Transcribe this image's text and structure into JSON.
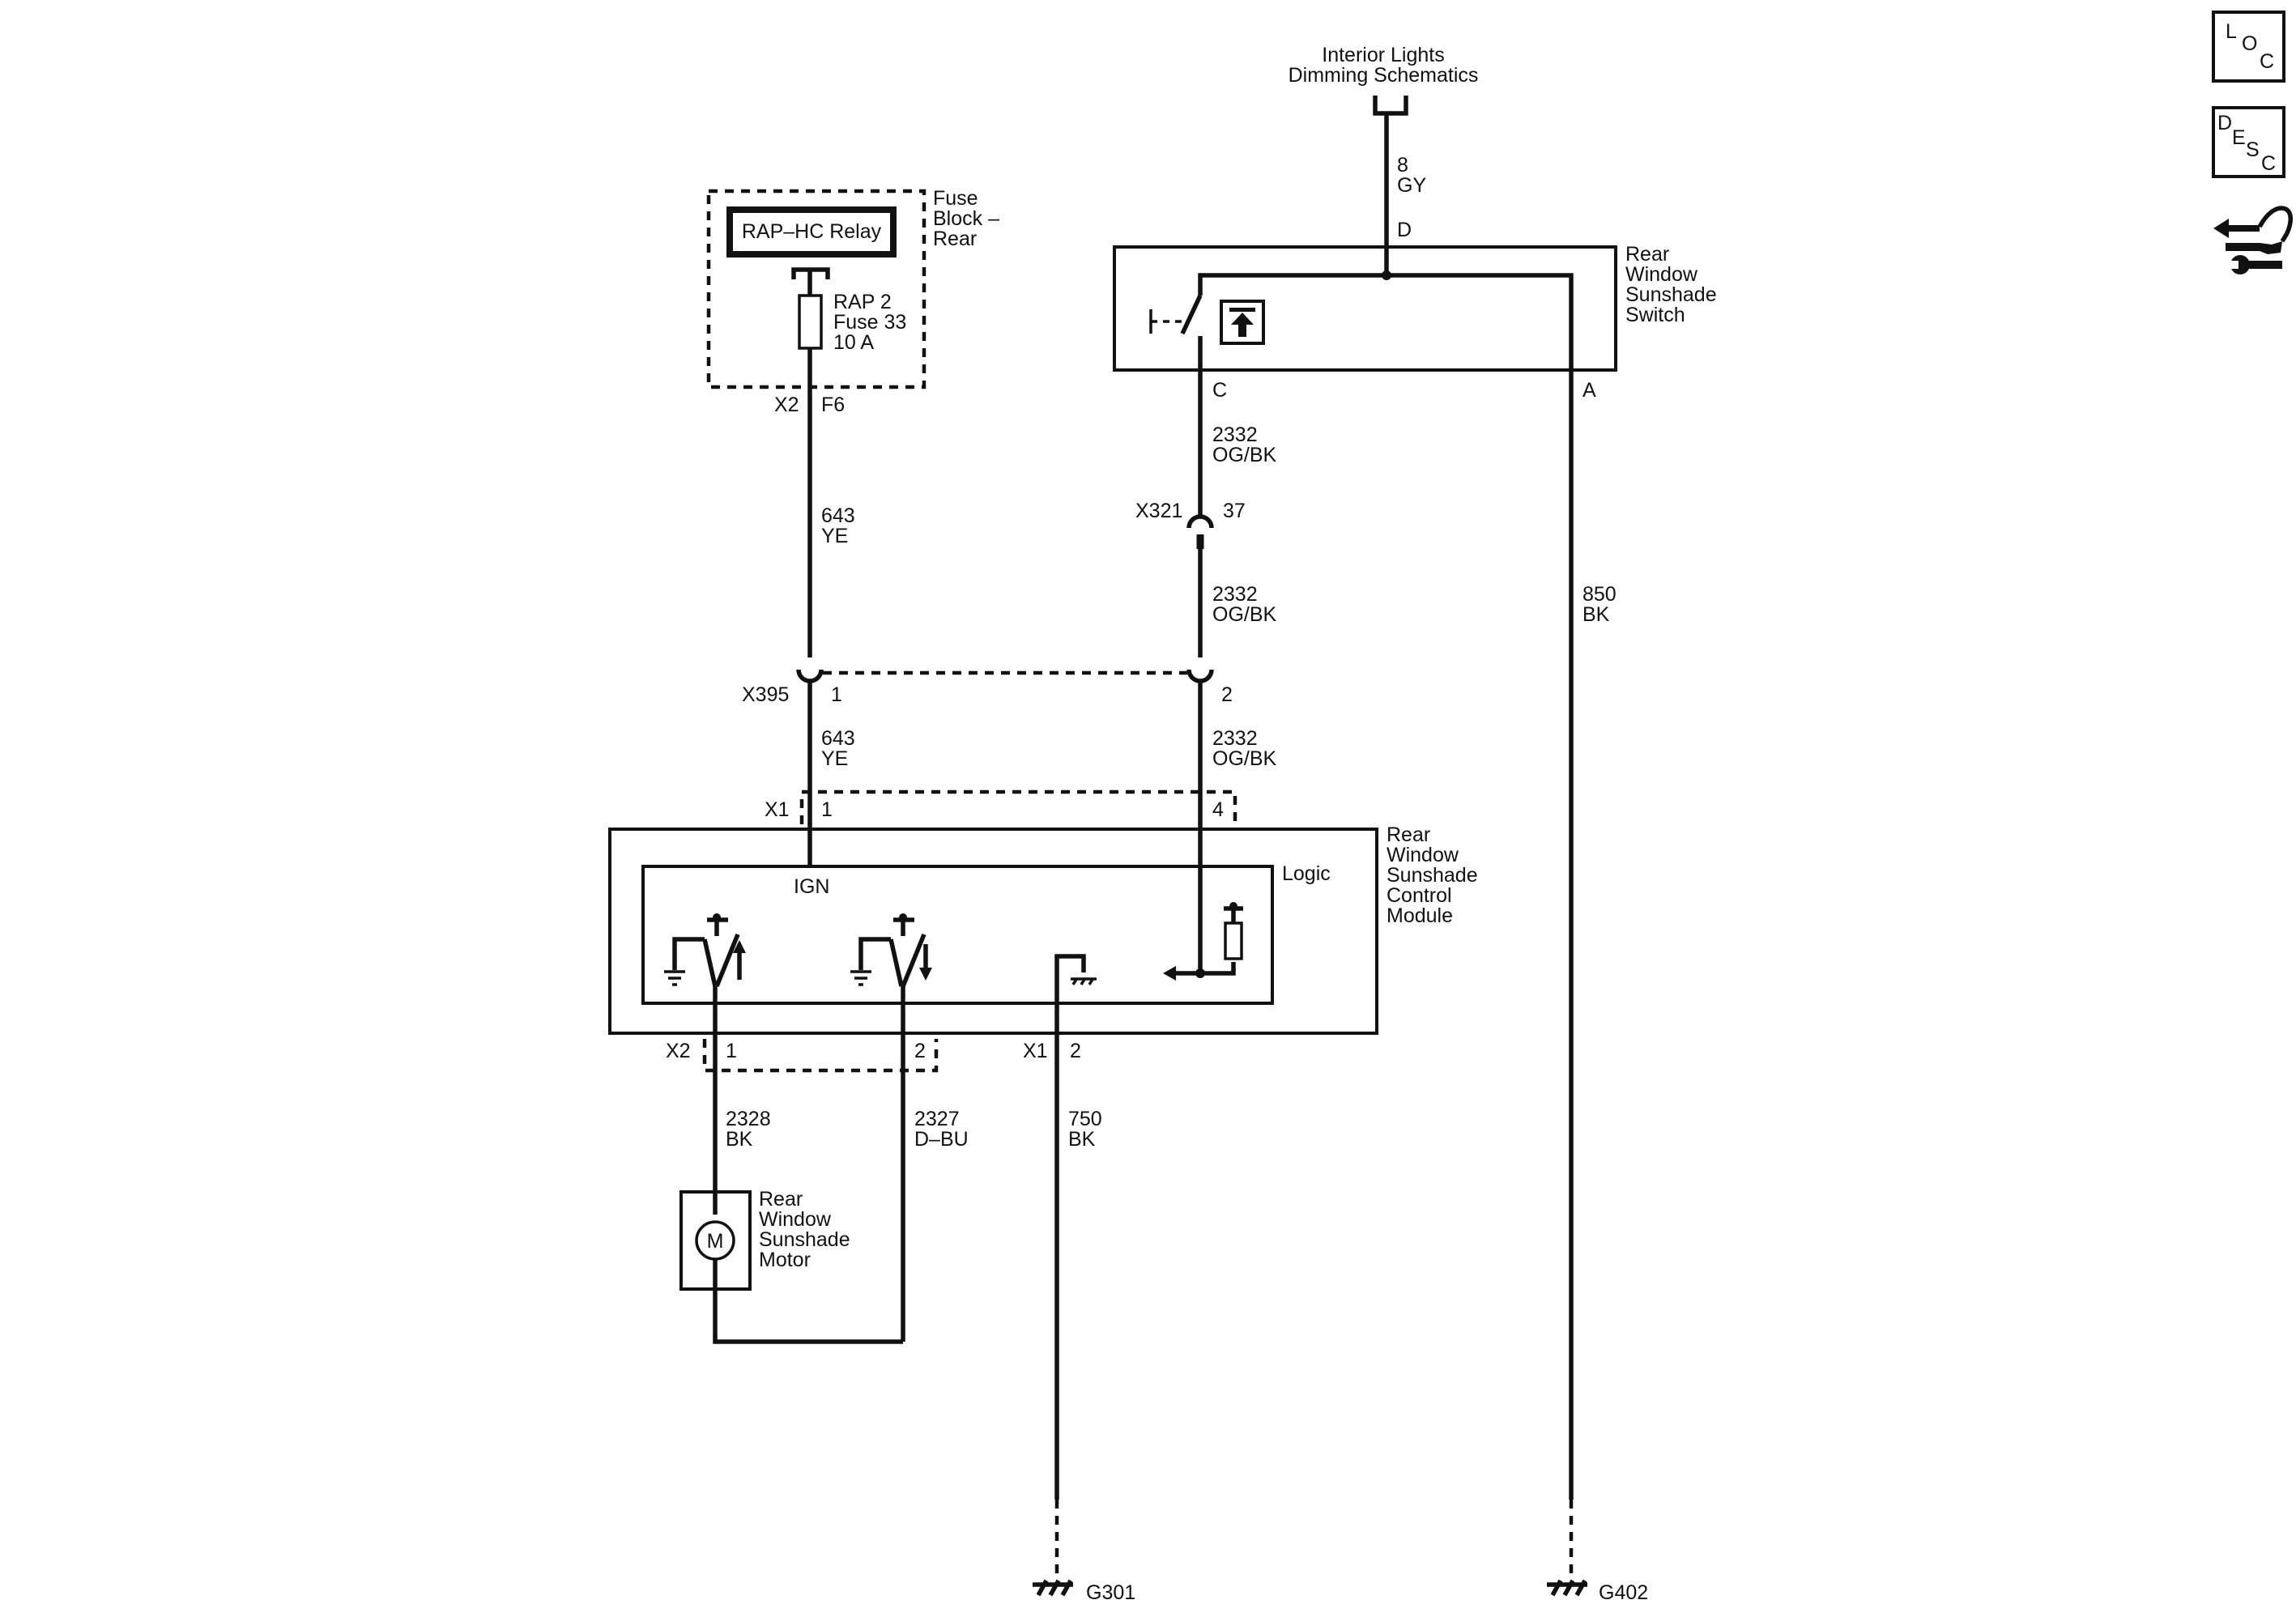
{
  "diagram": {
    "interior_lights": [
      "Interior Lights",
      "Dimming Schematics"
    ],
    "fuse_block": {
      "title": [
        "Fuse",
        "Block –",
        "Rear"
      ],
      "relay": "RAP–HC Relay",
      "fuse": [
        "RAP 2",
        "Fuse 33",
        "10 A"
      ],
      "connector": "X2",
      "pin": "F6"
    },
    "switch": {
      "title": [
        "Rear",
        "Window",
        "Sunshade",
        "Switch"
      ],
      "pin_d": "D",
      "pin_c": "C",
      "pin_a": "A"
    },
    "wires": {
      "w8": [
        "8",
        "GY"
      ],
      "w643a": [
        "643",
        "YE"
      ],
      "w643b": [
        "643",
        "YE"
      ],
      "w2332a": [
        "2332",
        "OG/BK"
      ],
      "w2332b": [
        "2332",
        "OG/BK"
      ],
      "w2332c": [
        "2332",
        "OG/BK"
      ],
      "w850": [
        "850",
        "BK"
      ],
      "w2328": [
        "2328",
        "BK"
      ],
      "w2327": [
        "2327",
        "D–BU"
      ],
      "w750": [
        "750",
        "BK"
      ]
    },
    "inline": {
      "x321": "X321",
      "x321_pin": "37",
      "x395": "X395",
      "x395_pin1": "1",
      "x395_pin2": "2"
    },
    "module": {
      "title": [
        "Rear",
        "Window",
        "Sunshade",
        "Control",
        "Module"
      ],
      "logic": "Logic",
      "ign": "IGN",
      "x1": "X1",
      "x1_pin1": "1",
      "x1_pin4": "4",
      "x2": "X2",
      "x2_pin1": "1",
      "x2_pin2": "2",
      "x1b": "X1",
      "x1b_pin2": "2"
    },
    "motor": {
      "title": [
        "Rear",
        "Window",
        "Sunshade",
        "Motor"
      ],
      "symbol": "M"
    },
    "grounds": {
      "g301": "G301",
      "g402": "G402"
    }
  },
  "side_icons": {
    "loc": [
      "L",
      "O",
      "C"
    ],
    "desc": [
      "D",
      "E",
      "S",
      "C"
    ],
    "tool": "hand-wrench-icon"
  }
}
